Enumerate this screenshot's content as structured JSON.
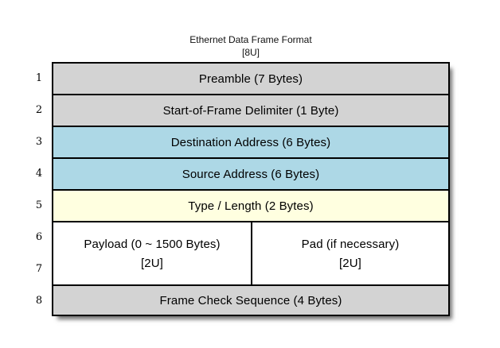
{
  "title": {
    "line1": "Ethernet Data Frame Format",
    "line2": "[8U]"
  },
  "row_numbers": [
    "1",
    "2",
    "3",
    "4",
    "5",
    "6",
    "7",
    "8"
  ],
  "fields": [
    {
      "label": "Preamble (7 Bytes)",
      "color": "#d3d3d3"
    },
    {
      "label": "Start-of-Frame Delimiter (1 Byte)",
      "color": "#d3d3d3"
    },
    {
      "label": "Destination Address (6 Bytes)",
      "color": "#add8e6"
    },
    {
      "label": "Source Address (6 Bytes)",
      "color": "#add8e6"
    },
    {
      "label": "Type / Length (2 Bytes)",
      "color": "#ffffe0"
    },
    {
      "label": "Payload (0 ~ 1500 Bytes)",
      "sublabel": "[2U]",
      "color": "#ffffff"
    },
    {
      "label": "Pad (if necessary)",
      "sublabel": "[2U]",
      "color": "#ffffff"
    },
    {
      "label": "Frame Check Sequence (4 Bytes)",
      "color": "#d3d3d3"
    }
  ],
  "colors": {
    "gray_band": "#d3d3d3",
    "blue_band": "#add8e6",
    "yellow_band": "#ffffe0",
    "white_band": "#ffffff",
    "border": "#000000",
    "background": "#ffffff"
  }
}
